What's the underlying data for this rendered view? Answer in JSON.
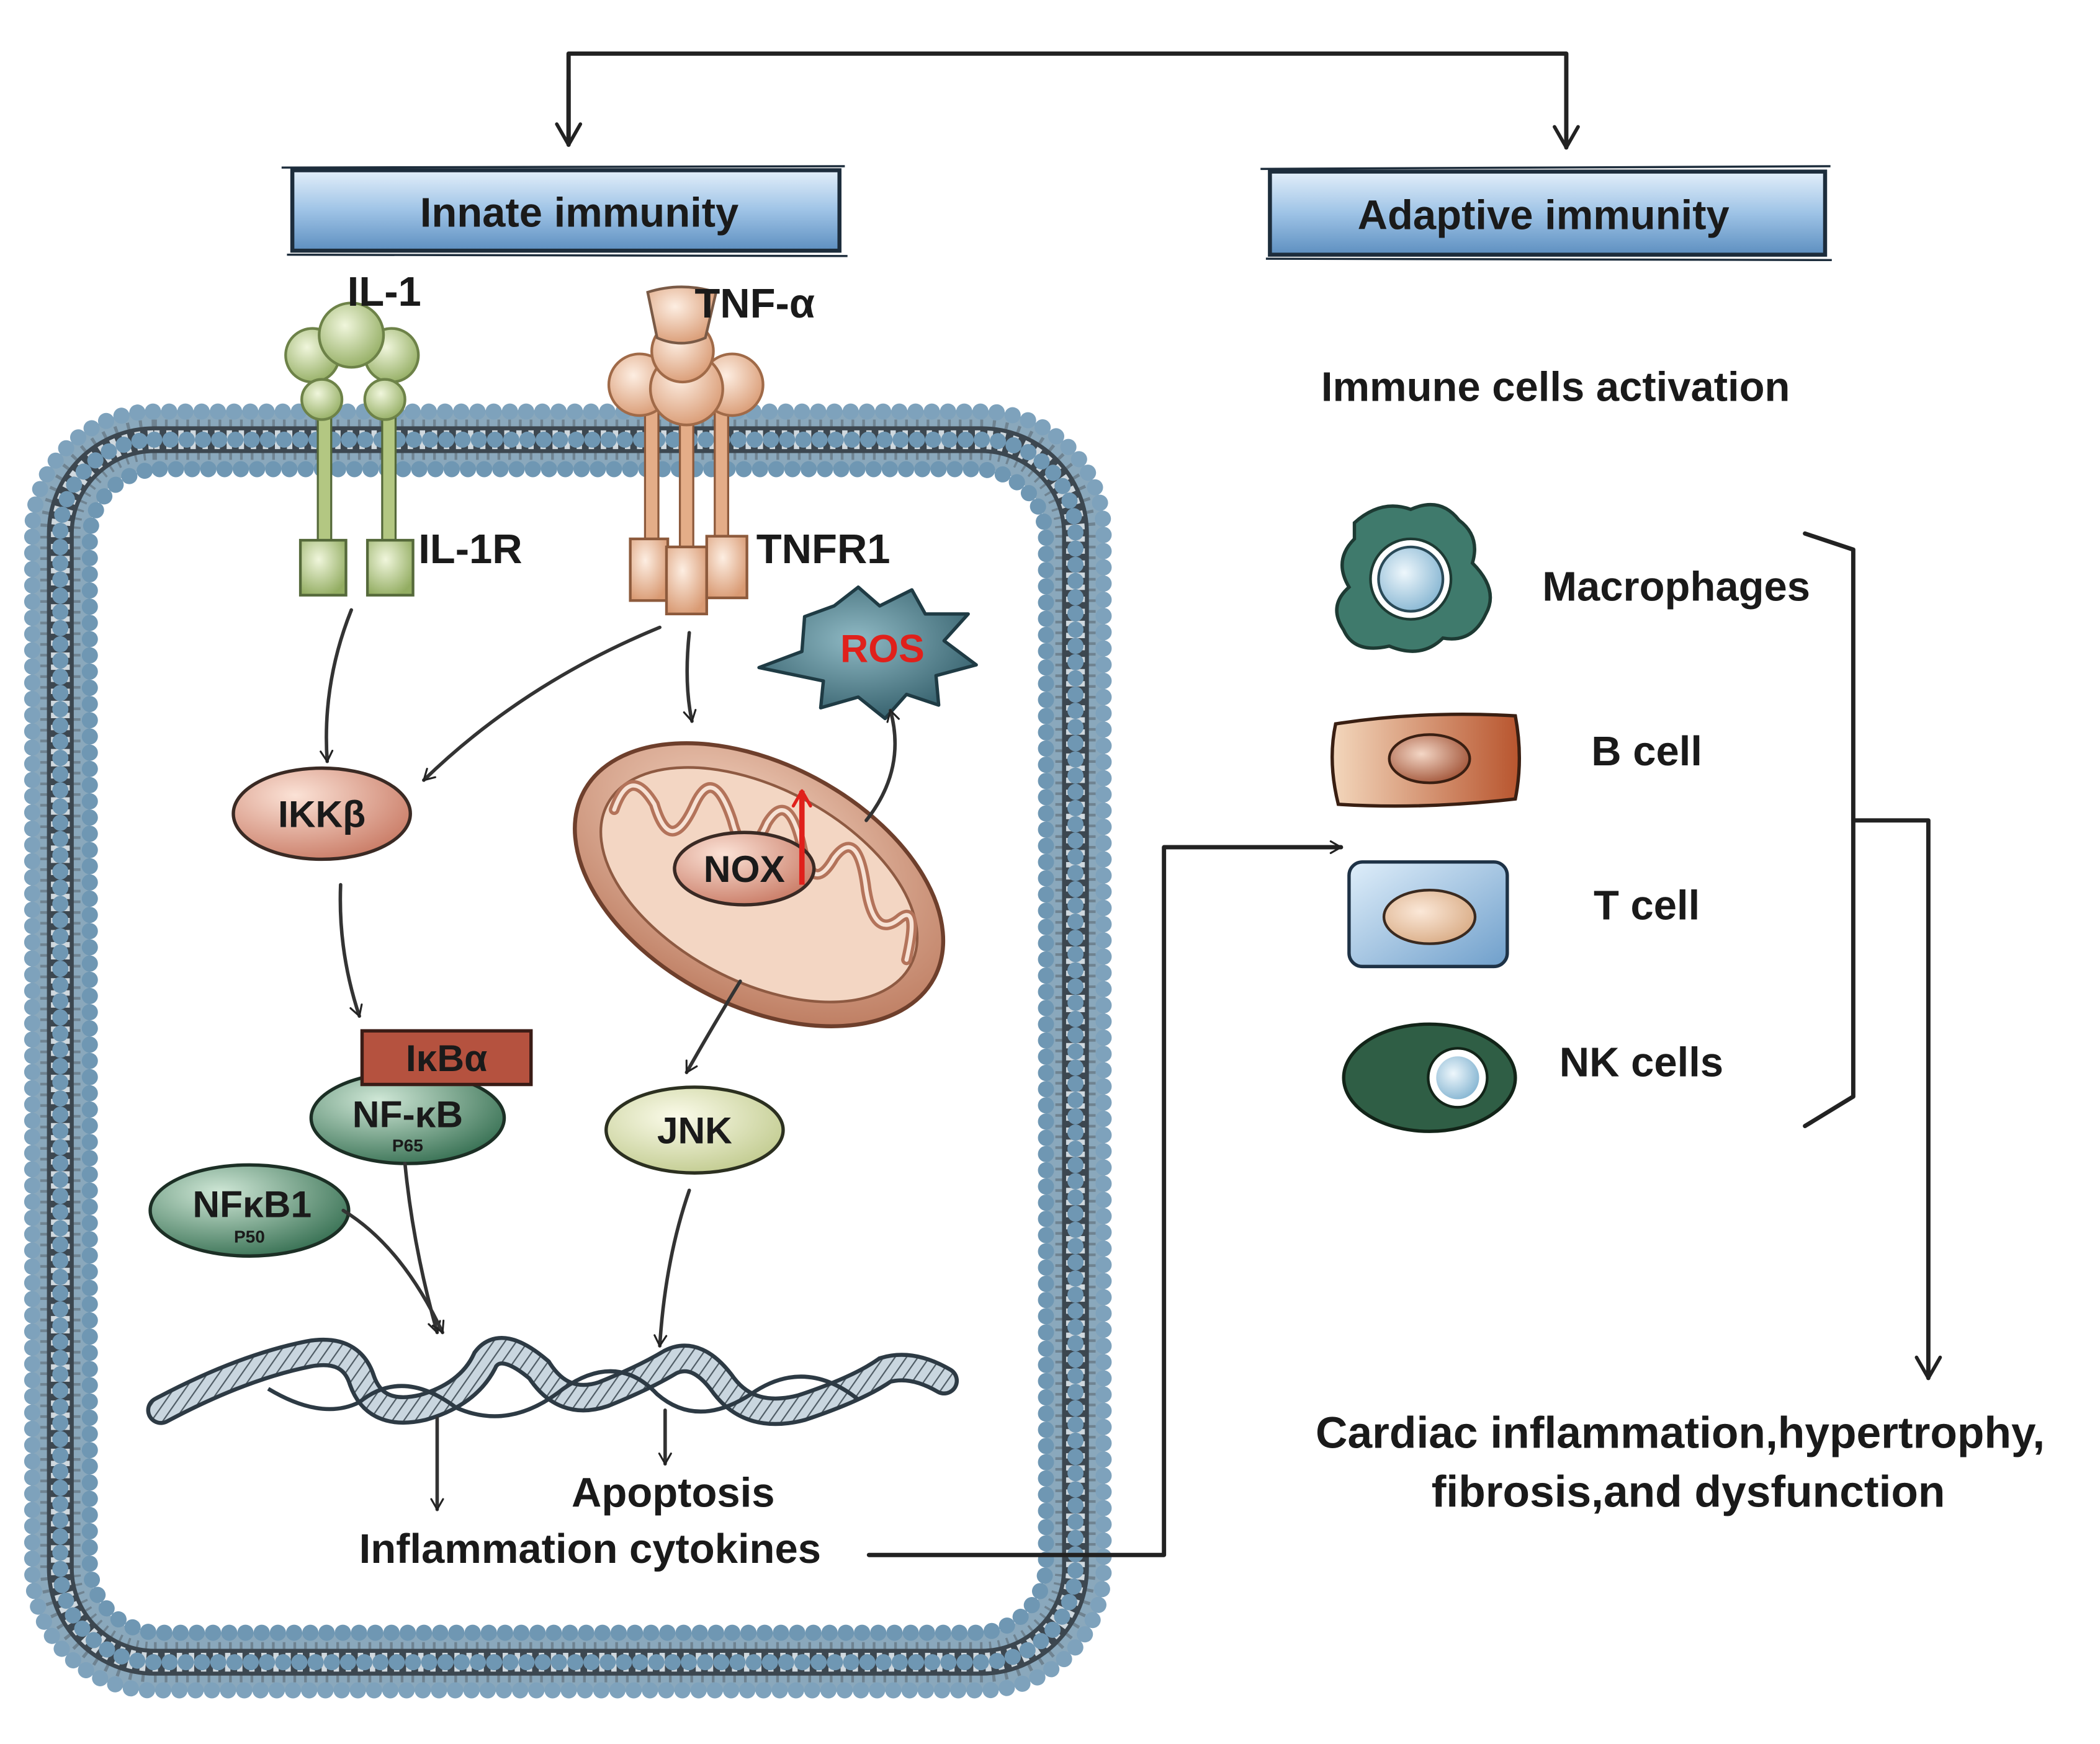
{
  "headers": {
    "innate": "Innate immunity",
    "adaptive": "Adaptive immunity"
  },
  "receptors": {
    "il1": "IL-1",
    "il1r": "IL-1R",
    "tnfa": "TNF-α",
    "tnfr1": "TNFR1"
  },
  "signaling": {
    "ros": "ROS",
    "ikkb": "IKKβ",
    "nox": "NOX",
    "ikba": "IκBα",
    "nfkb": "NF-κB",
    "p65": "P65",
    "nfkb1": "NFκB1",
    "p50": "P50",
    "jnk": "JNK"
  },
  "outputs": {
    "apoptosis": "Apoptosis",
    "cytokines": "Inflammation cytokines"
  },
  "adaptive": {
    "subtitle": "Immune cells activation",
    "cells": [
      "Macrophages",
      "B cell",
      "T cell",
      "NK cells"
    ],
    "outcome_line1": "Cardiac inflammation,hypertrophy,",
    "outcome_line2": "fibrosis,and dysfunction"
  },
  "colors": {
    "header_fill": "#8fb6dc",
    "membrane_bead": "#7b9fb8",
    "il1_green": "#a9c07a",
    "tnf_peach": "#e7b08e",
    "ikkb_fill": "#d9937f",
    "ikba_fill": "#b24a3a",
    "nfkb_fill": "#3e7a5c",
    "jnk_fill": "#d9dfae",
    "ros_fill": "#3f6f7e",
    "ros_text": "#e0201b",
    "mito_fill": "#d99f84",
    "macrophage": "#3f7a6c",
    "b_cell": "#c9734a",
    "t_cell": "#8fb5d8",
    "nk_cell": "#2f5e45"
  }
}
